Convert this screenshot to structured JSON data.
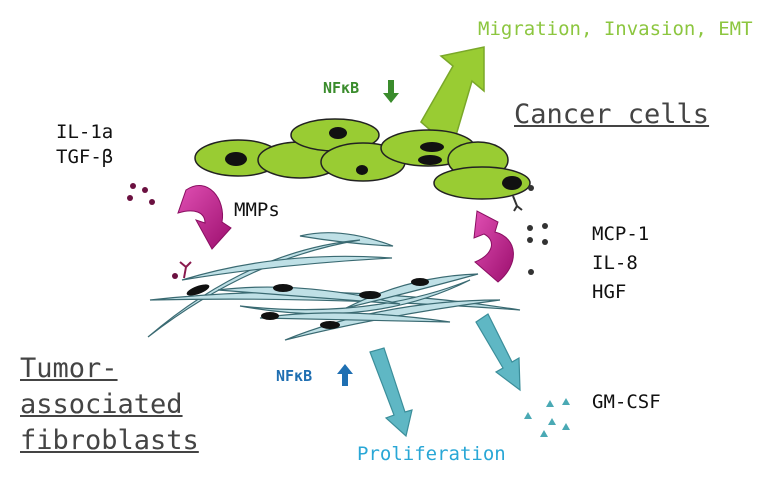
{
  "labels": {
    "migration": "Migration, Invasion, EMT",
    "nfkb_top": "NFκB",
    "cancer_cells": "Cancer cells",
    "il1a": "IL-1a",
    "tgfb": "TGF-β",
    "mmps": "MMPs",
    "mcp1": "MCP-1",
    "il8": "IL-8",
    "hgf": "HGF",
    "tumor_1": "Tumor-",
    "tumor_2": "associated",
    "tumor_3": "fibroblasts",
    "nfkb_bottom": "NFκB",
    "gmcsf": "GM-CSF",
    "proliferation": "Proliferation"
  },
  "colors": {
    "cancer_cell_fill": "#99cc33",
    "fibroblast_fill": "#bfe0e6",
    "arrow_green": "#99cc33",
    "arrow_teal": "#5fb7c4",
    "arrow_magenta": "#c2188e",
    "nucleus": "#111111",
    "nfkb_down": "#3a8c2c",
    "nfkb_up": "#1f6fb2"
  }
}
